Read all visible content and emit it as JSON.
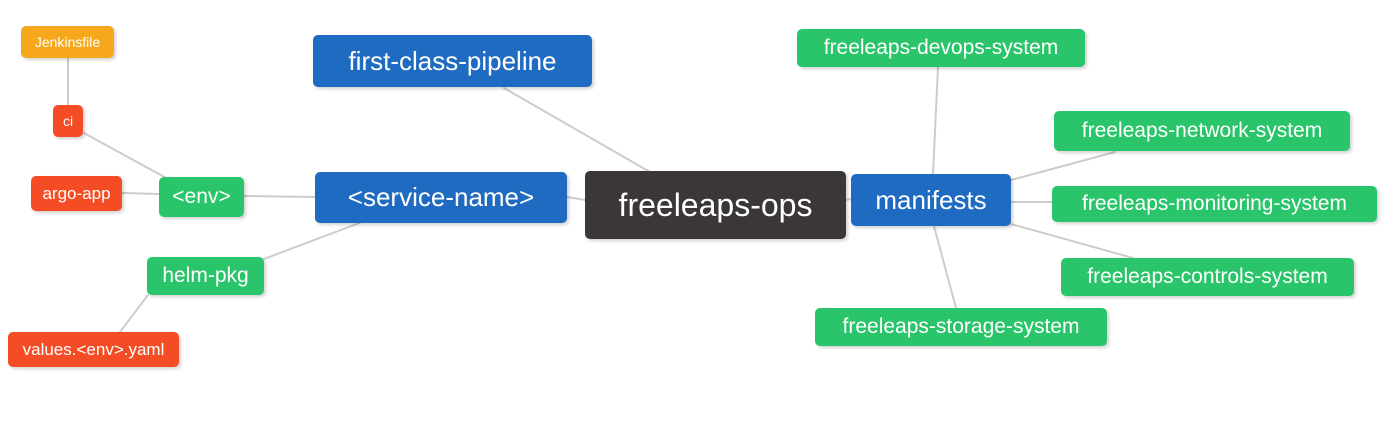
{
  "diagram": {
    "type": "mindmap",
    "root": "freeleaps-ops",
    "colors": {
      "blue": "#1f6bc1",
      "green": "#2ac56a",
      "red": "#f44d26",
      "orange": "#f7a71b",
      "dark": "#3b3737",
      "edge": "#cccccc",
      "text": "#ffffff",
      "background": "#ffffff"
    },
    "nodes": {
      "jenkinsfile": {
        "label": "Jenkinsfile",
        "color": "orange"
      },
      "ci": {
        "label": "ci",
        "color": "red"
      },
      "argo_app": {
        "label": "argo-app",
        "color": "red"
      },
      "env": {
        "label": "<env>",
        "color": "green"
      },
      "helm_pkg": {
        "label": "helm-pkg",
        "color": "green"
      },
      "values_env_yaml": {
        "label": "values.<env>.yaml",
        "color": "red"
      },
      "first_class_pipeline": {
        "label": "first-class-pipeline",
        "color": "blue"
      },
      "service_name": {
        "label": "<service-name>",
        "color": "blue"
      },
      "freeleaps_ops": {
        "label": "freeleaps-ops",
        "color": "dark"
      },
      "manifests": {
        "label": "manifests",
        "color": "blue"
      },
      "devops_system": {
        "label": "freeleaps-devops-system",
        "color": "green"
      },
      "network_system": {
        "label": "freeleaps-network-system",
        "color": "green"
      },
      "monitoring_system": {
        "label": "freeleaps-monitoring-system",
        "color": "green"
      },
      "controls_system": {
        "label": "freeleaps-controls-system",
        "color": "green"
      },
      "storage_system": {
        "label": "freeleaps-storage-system",
        "color": "green"
      }
    },
    "edges": [
      {
        "from": "jenkinsfile",
        "to": "ci"
      },
      {
        "from": "ci",
        "to": "env"
      },
      {
        "from": "argo_app",
        "to": "env"
      },
      {
        "from": "env",
        "to": "service_name"
      },
      {
        "from": "helm_pkg",
        "to": "service_name"
      },
      {
        "from": "values_env_yaml",
        "to": "helm_pkg"
      },
      {
        "from": "first_class_pipeline",
        "to": "freeleaps_ops"
      },
      {
        "from": "service_name",
        "to": "freeleaps_ops"
      },
      {
        "from": "freeleaps_ops",
        "to": "manifests"
      },
      {
        "from": "manifests",
        "to": "devops_system"
      },
      {
        "from": "manifests",
        "to": "network_system"
      },
      {
        "from": "manifests",
        "to": "monitoring_system"
      },
      {
        "from": "manifests",
        "to": "controls_system"
      },
      {
        "from": "manifests",
        "to": "storage_system"
      }
    ]
  }
}
